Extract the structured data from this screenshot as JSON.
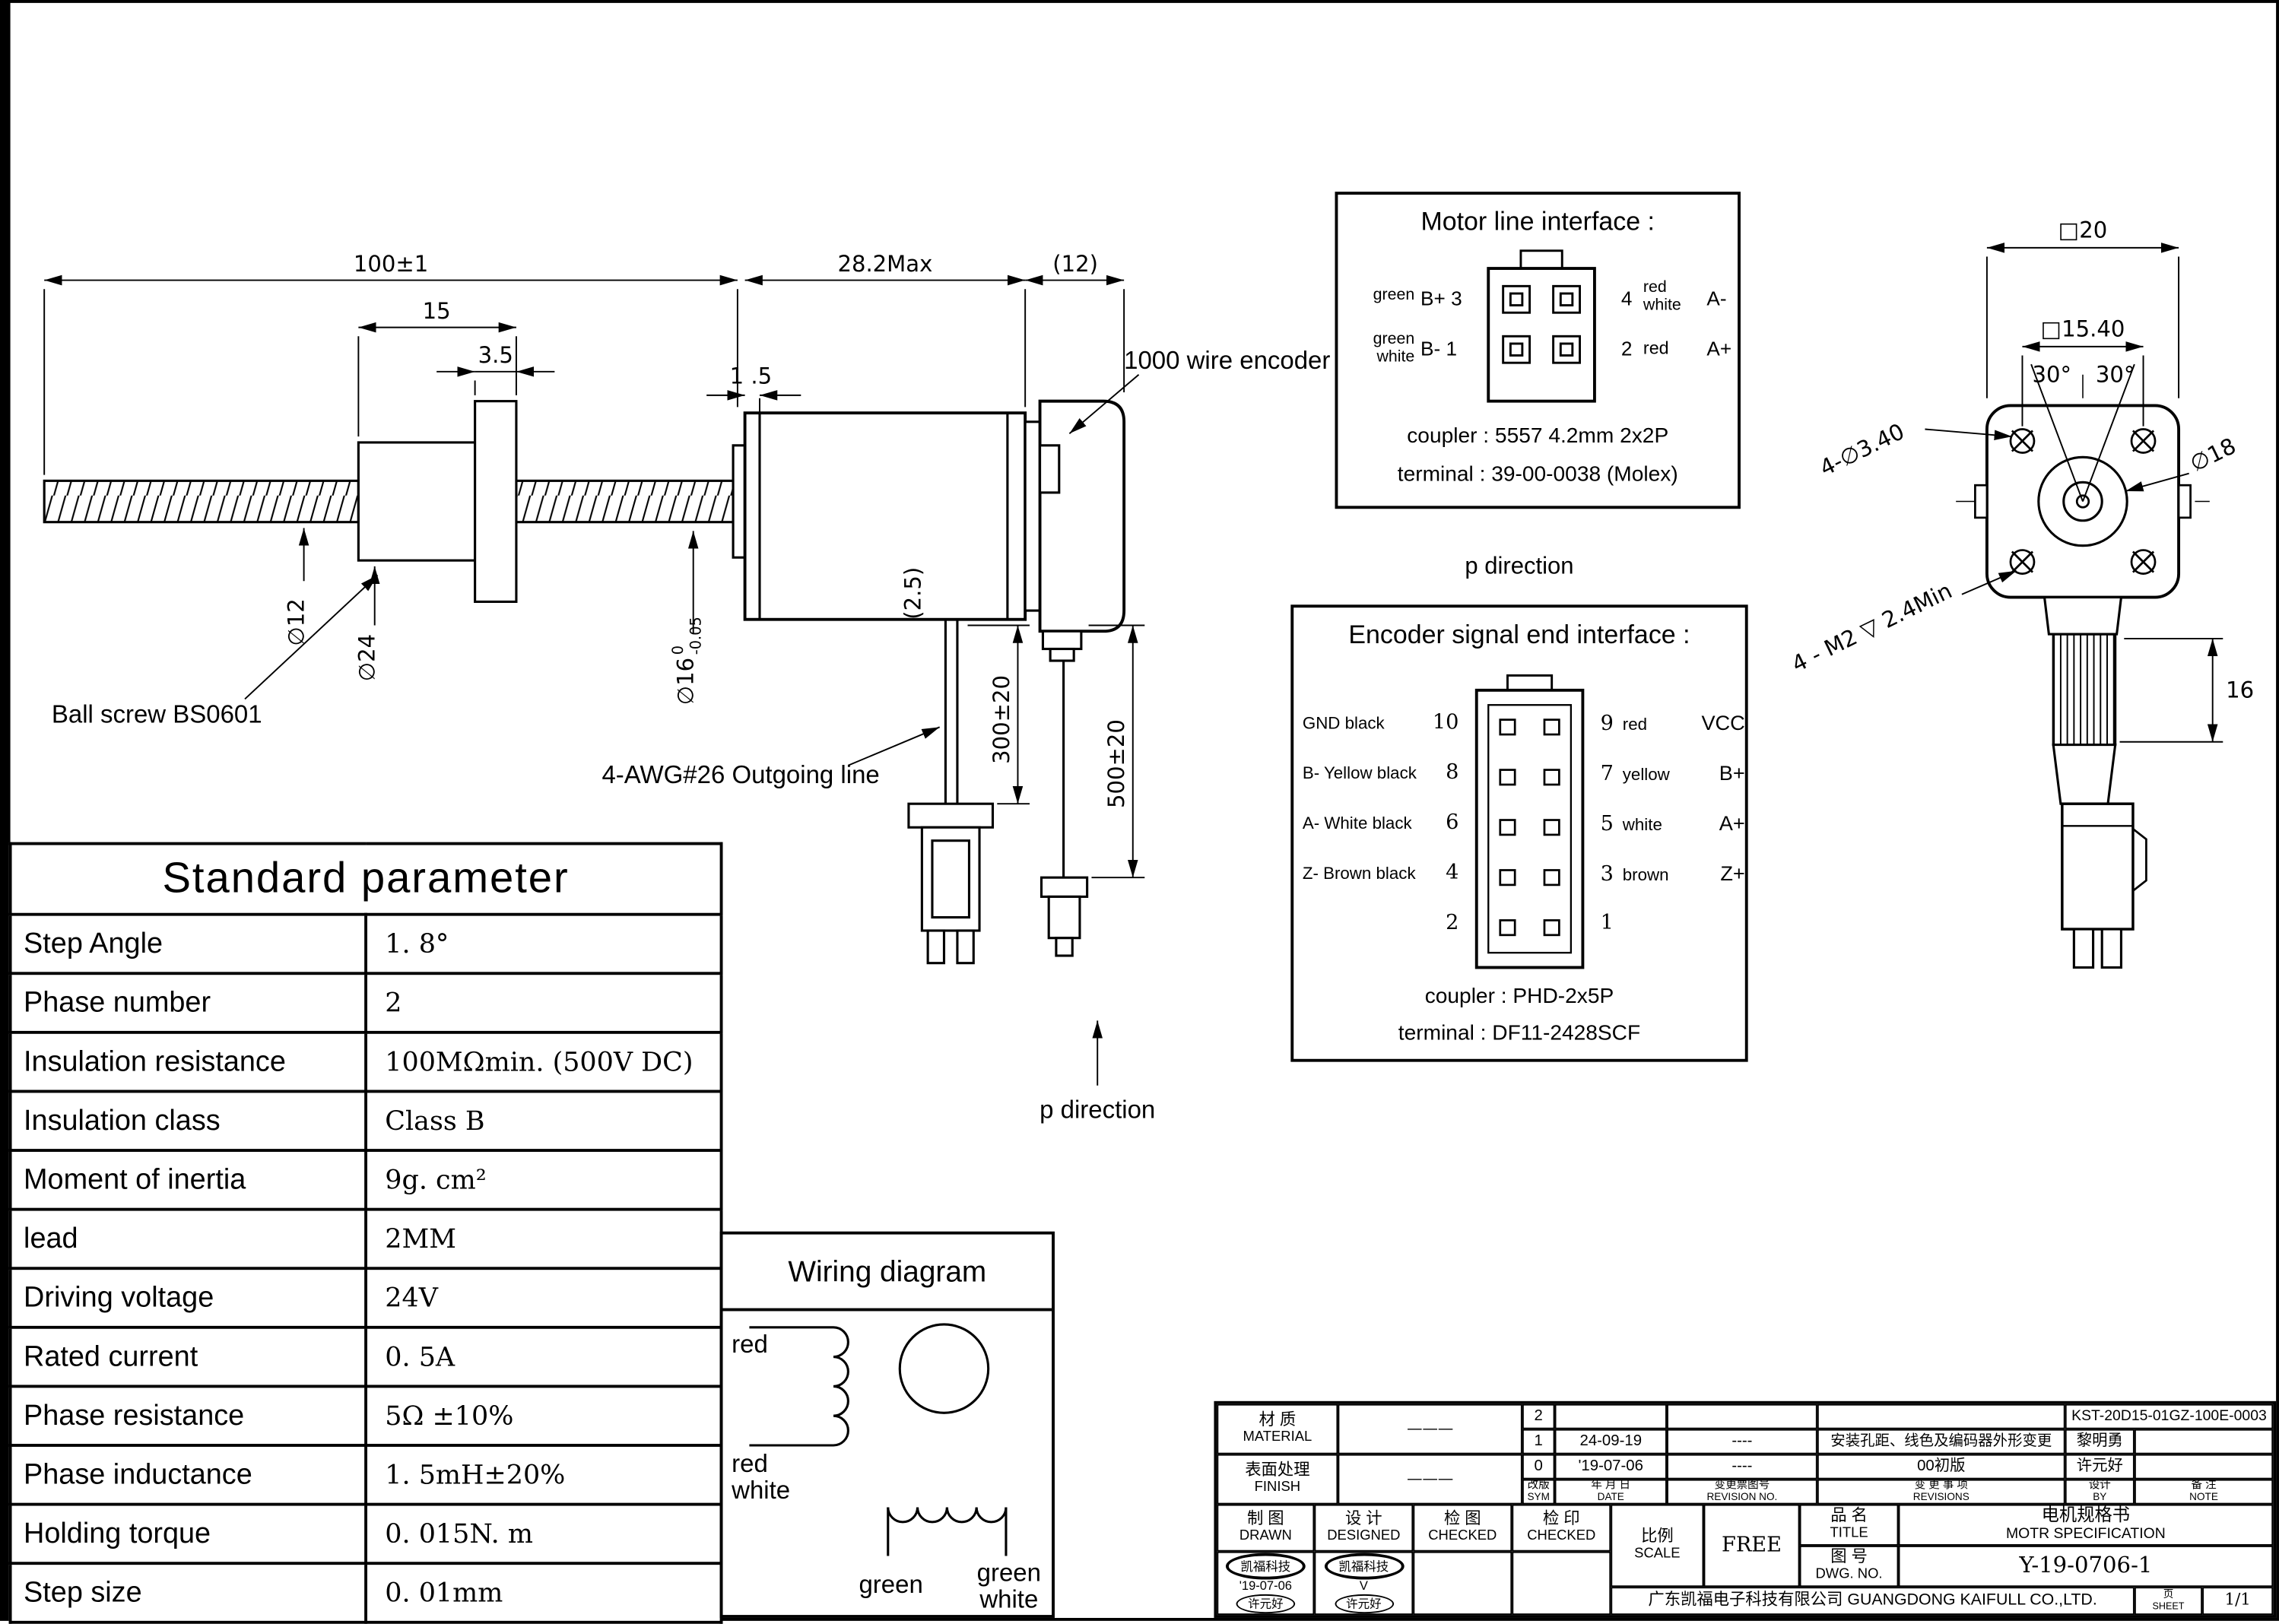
{
  "side_view": {
    "dim_100": "100±1",
    "dim_15": "15",
    "dim_3_5": "3.5",
    "dim_28_2": "28.2Max",
    "dim_12_ref": "(12)",
    "dim_1_5": "1 .5",
    "dia_12": "∅12",
    "dia_24": "∅24",
    "dia_16": "∅16",
    "dia_16_tol_upper": "0",
    "dia_16_tol_lower": "-0.05",
    "dim_2_5_ref": "(2.5)",
    "dim_300": "300±20",
    "dim_500": "500±20",
    "label_encoder": "1000 wire encoder",
    "label_ballscrew": "Ball screw BS0601",
    "label_outgoing": "4-AWG#26 Outgoing line",
    "label_p_direction": "p direction"
  },
  "motor_line_interface": {
    "title": "Motor line interface :",
    "pin3_color": "green",
    "pin3_sig": "B+",
    "pin3_num": "3",
    "pin4_num": "4",
    "pin4_color_1": "red",
    "pin4_color_2": "white",
    "pin4_sig": "A-",
    "pin1_color_1": "green",
    "pin1_color_2": "white",
    "pin1_sig": "B-",
    "pin1_num": "1",
    "pin2_num": "2",
    "pin2_color": "red",
    "pin2_sig": "A+",
    "coupler": "coupler :  5557  4.2mm  2x2P",
    "terminal": "terminal : 39-00-0038 (Molex)"
  },
  "encoder_interface": {
    "p_direction": "p direction",
    "title": "Encoder signal end interface :",
    "rows_left": [
      {
        "sig": "GND  black",
        "num": "10"
      },
      {
        "sig": "B-  Yellow black",
        "num": "8"
      },
      {
        "sig": "A-  White black",
        "num": "6"
      },
      {
        "sig": "Z-  Brown black",
        "num": "4"
      },
      {
        "sig": "",
        "num": "2"
      }
    ],
    "rows_right": [
      {
        "num": "9",
        "color": "red",
        "sig": "VCC"
      },
      {
        "num": "7",
        "color": "yellow",
        "sig": "B+"
      },
      {
        "num": "5",
        "color": "white",
        "sig": "A+"
      },
      {
        "num": "3",
        "color": "brown",
        "sig": "Z+"
      },
      {
        "num": "1",
        "color": "",
        "sig": ""
      }
    ],
    "coupler": "coupler :  PHD-2x5P",
    "terminal": "terminal : DF11-2428SCF"
  },
  "front_view": {
    "dim_sq20": "□20",
    "dim_sq15_40": "□15.40",
    "angle_left": "30°",
    "angle_right": "30°",
    "holes": "4-∅3.40",
    "dia_18": "∅18",
    "tap": "4 - M2 ▽ 2.4Min",
    "dim_16": "16"
  },
  "parameters": {
    "title": "Standard parameter",
    "rows": [
      {
        "label": "Step Angle",
        "value": "1. 8°"
      },
      {
        "label": "Phase number",
        "value": "2"
      },
      {
        "label": "Insulation resistance",
        "value": "100MΩmin. (500V DC)"
      },
      {
        "label": "Insulation class",
        "value": "Class B"
      },
      {
        "label": "Moment of inertia",
        "value": "9g. cm²"
      },
      {
        "label": "lead",
        "value": "2MM"
      },
      {
        "label": "Driving voltage",
        "value": "24V"
      },
      {
        "label": "Rated current",
        "value": "0. 5A"
      },
      {
        "label": "Phase resistance",
        "value": "5Ω ±10%"
      },
      {
        "label": "Phase inductance",
        "value": "1. 5mH±20%"
      },
      {
        "label": "Holding torque",
        "value": "0. 015N. m"
      },
      {
        "label": "Step size",
        "value": "0. 01mm"
      }
    ]
  },
  "wiring": {
    "title": "Wiring diagram",
    "lead_a_top": "red",
    "lead_a_bot_1": "red",
    "lead_a_bot_2": "white",
    "lead_b_left": "green",
    "lead_b_right_1": "green",
    "lead_b_right_2": "white"
  },
  "title_block": {
    "material_cn": "材  质",
    "material_en": "MATERIAL",
    "material_value": "———",
    "finish_cn": "表面处理",
    "finish_en": "FINISH",
    "finish_value": "———",
    "rev_rows": [
      {
        "sym": "2",
        "date": "",
        "rev_no": "",
        "change": "",
        "by": ""
      },
      {
        "sym": "1",
        "date": "24-09-19",
        "rev_no": "----",
        "change": "安装孔距、线色及编码器外形变更",
        "by": "黎明勇"
      },
      {
        "sym": "0",
        "date": "'19-07-06",
        "rev_no": "----",
        "change": "00初版",
        "by": "许元好"
      }
    ],
    "rev_header": {
      "sym_cn": "改版",
      "sym_en": "SYM",
      "date_cn": "年 月 日",
      "date_en": "DATE",
      "rev_no_cn": "变更票图号",
      "rev_no_en": "REVISION NO.",
      "change_cn": "变 更 事 项",
      "change_en": "REVISIONS",
      "by_cn": "设计",
      "by_en": "BY",
      "note_cn": "备  注",
      "note_en": "NOTE"
    },
    "part_no": "KST-20D15-01GZ-100E-0003",
    "drawn_cn": "制  图",
    "drawn_en": "DRAWN",
    "designed_cn": "设  计",
    "designed_en": "DESIGNED",
    "check1_cn": "检  图",
    "check1_en": "CHECKED",
    "check2_cn": "检  印",
    "check2_en": "CHECKED",
    "stamp1": {
      "brand": "凯福科技",
      "date": "'19-07-06",
      "name": "许元好"
    },
    "stamp2": {
      "brand": "凯福科技",
      "mark": "V",
      "name": "许元好"
    },
    "scale_cn": "比例",
    "scale_en": "SCALE",
    "scale_value": "FREE",
    "name_cn": "品  名",
    "name_en": "TITLE",
    "product_cn": "电机规格书",
    "product_en": "MOTR SPECIFICATION",
    "dwg_cn": "图  号",
    "dwg_en": "DWG. NO.",
    "dwg_no": "Y-19-0706-1",
    "company": "广东凯福电子科技有限公司 GUANGDONG KAIFULL CO.,LTD.",
    "sheet_cn": "页",
    "sheet_en": "SHEET",
    "sheet_value": "1/1"
  }
}
